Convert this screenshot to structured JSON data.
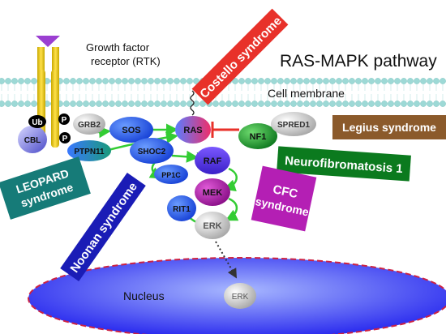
{
  "title": "RAS-MAPK pathway",
  "labels": {
    "receptor": [
      "Growth factor",
      "receptor (RTK)"
    ],
    "membrane": "Cell membrane",
    "nucleus": "Nucleus"
  },
  "proteins": {
    "ub": "Ub",
    "p1": "P",
    "p2": "P",
    "cbl": "CBL",
    "grb2": "GRB2",
    "ptpn11": "PTPN11",
    "sos": "SOS",
    "ras": "RAS",
    "shoc2": "SHOC2",
    "raf": "RAF",
    "pp1c": "PP1C",
    "mek": "MEK",
    "rit1": "RIT1",
    "erk": "ERK",
    "erk_nucleus": "ERK",
    "nf1": "NF1",
    "spred1": "SPRED1"
  },
  "syndromes": {
    "costello": "Costello syndrome",
    "legius": "Legius syndrome",
    "neurofibromatosis": "Neurofibromatosis 1",
    "leopard": [
      "LEOPARD",
      "syndrome"
    ],
    "noonan": "Noonan syndrome",
    "cfc": [
      "CFC",
      "syndrome"
    ]
  },
  "colors": {
    "costello": "#e8312a",
    "legius": "#8b5a2b",
    "neurofibromatosis": "#0b7a1e",
    "leopard": "#167b78",
    "noonan": "#1a1cb6",
    "cfc": "#b41fb4",
    "arrow": "#33cc33",
    "inhibit": "#e8312a",
    "membrane": "#9dd9d6",
    "nucleus": "#2323ee"
  }
}
